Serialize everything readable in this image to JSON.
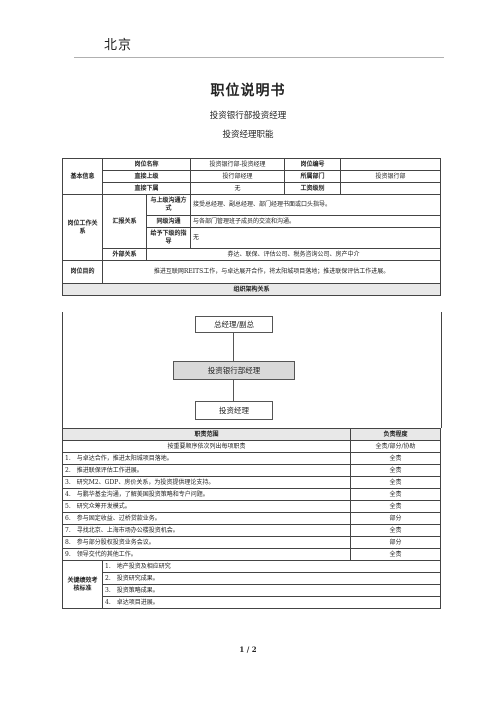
{
  "header": {
    "city": "北京"
  },
  "title": "职位说明书",
  "subtitle1": "投资银行部投资经理",
  "subtitle2": "投资经理职能",
  "basic": {
    "section": "基本信息",
    "pos_name_label": "岗位名称",
    "pos_name": "投资银行部-投资经理",
    "pos_no_label": "岗位编号",
    "pos_no": "",
    "superior_label": "直接上级",
    "superior": "投行部经理",
    "dept_label": "所属部门",
    "dept": "投资银行部",
    "subordinate_label": "直接下属",
    "subordinate": "无",
    "salary_label": "工资级别",
    "salary": ""
  },
  "relations": {
    "section": "岗位工作关系",
    "report_label": "汇报关系",
    "upper_label": "与上级沟通方式",
    "upper": "接受总经理、副总经理、部门经理书面或口头指导。",
    "peer_label": "同级沟通",
    "peer": "与各部门管理班子成员的交流和沟通。",
    "lower_label": "给予下级的指导",
    "lower": "无",
    "external_label": "外部关系",
    "external": "券达、联保、评估公司、税务咨询公司、房产中介"
  },
  "purpose": {
    "label": "岗位目的",
    "text": "推进互联网REITS工作，与卓达展开合作，将太阳城项目落地；推进联保评估工作进展。"
  },
  "org": {
    "label": "组织架构关系",
    "top": "总经理/副总",
    "middle": "投资银行部经理",
    "bottom": "投资经理"
  },
  "duties": {
    "scope_label": "职责范围",
    "degree_label": "负责程度",
    "sub_header": "按重要顺序依次列出每项职责",
    "sub_degree": "全责/部分/协助",
    "items": [
      {
        "text": "1.　与卓达合作，推进太阳城项目落地。",
        "degree": "全责"
      },
      {
        "text": "2.　推进联保评估工作进展。",
        "degree": "全责"
      },
      {
        "text": "3.　研究M2、GDP、房价关系，为投资提供理论支持。",
        "degree": "全责"
      },
      {
        "text": "4.　与鹏华基金沟通，了解美国投资策略和专户问题。",
        "degree": "全责"
      },
      {
        "text": "5.　研究众筹开发模式。",
        "degree": "全责"
      },
      {
        "text": "6.　参与固定收益、过桥贷款业务。",
        "degree": "部分"
      },
      {
        "text": "7.　寻找北京、上海市场办公楼投资机会。",
        "degree": "全责"
      },
      {
        "text": "8.　参与部分股权投资业务会议。",
        "degree": "部分"
      },
      {
        "text": "9.　领导交代的其他工作。",
        "degree": "全责"
      }
    ]
  },
  "kpi": {
    "label": "关键绩效考核标准",
    "items": [
      "1.　地产投资及相应研究",
      "2.　投资研究成果。",
      "3.　投资策略成果。",
      "4.　卓达项目进展。"
    ]
  },
  "footer": {
    "page": "1 / 2"
  }
}
